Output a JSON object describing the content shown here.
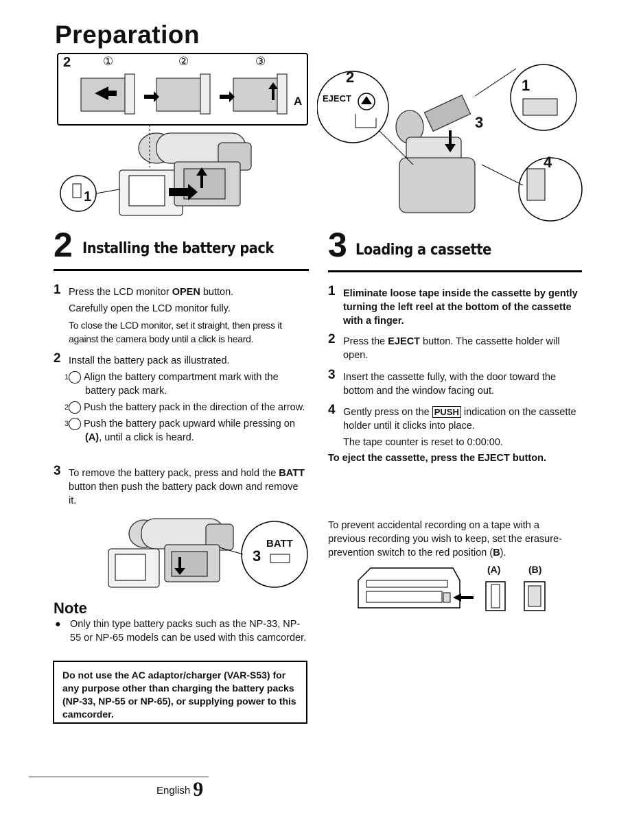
{
  "page_title": "Preparation",
  "fig_top_left": {
    "step_label": "2",
    "circles": [
      "①",
      "②",
      "③"
    ],
    "label_a": "A",
    "label_1": "1"
  },
  "fig_top_right": {
    "label_2": "2",
    "eject": "EJECT",
    "label_1": "1",
    "label_3": "3",
    "label_4": "4"
  },
  "section_battery": {
    "number": "2",
    "title": "Installing the battery pack",
    "steps": [
      {
        "num": "1",
        "line1_pre": "Press the LCD monitor ",
        "line1_bold": "OPEN",
        "line1_post": " button.",
        "line2": "Carefully open the LCD monitor fully.",
        "line3": "To close the LCD monitor, set it straight, then press it against the camera body until a click is heard."
      },
      {
        "num": "2",
        "line1": "Install the battery pack as illustrated.",
        "subs": [
          {
            "circle": "1",
            "text": "Align the battery compartment mark with the battery pack mark."
          },
          {
            "circle": "2",
            "text": "Push the battery pack in the direction of the arrow."
          },
          {
            "circle": "3",
            "text_pre": "Push the battery pack upward while pressing on ",
            "text_bold": "(A)",
            "text_post": ", until a click is heard."
          }
        ]
      },
      {
        "num": "3",
        "line1_pre": "To remove the battery pack, press and hold the ",
        "line1_bold": "BATT",
        "line1_post": " button then push the battery pack down and remove it."
      }
    ],
    "fig_batt_label": "BATT",
    "fig_batt_num": "3"
  },
  "note": {
    "title": "Note",
    "bullet": "Only thin type battery packs such as the NP-33, NP-55 or NP-65 models can be used with this camcorder.",
    "warning": "Do not use the AC adaptor/charger (VAR-S53) for any purpose other than charging the battery packs (NP-33, NP-55 or NP-65), or supplying power to this camcorder."
  },
  "section_cassette": {
    "number": "3",
    "title": "Loading a cassette",
    "steps": [
      {
        "num": "1",
        "text": "Eliminate loose tape inside the cassette by gently turning the left reel at the bottom of the cassette with a finger."
      },
      {
        "num": "2",
        "text_pre": "Press the ",
        "text_bold": "EJECT",
        "text_post": " button. The cassette holder will open."
      },
      {
        "num": "3",
        "text": "Insert the cassette fully, with the door toward the bottom and the window facing out."
      },
      {
        "num": "4",
        "text_pre": "Gently press on the ",
        "push": "PUSH",
        "text_post": " indication on the cassette holder until it clicks into place.",
        "line2": "The tape counter is reset to 0:00:00."
      }
    ],
    "eject_note": "To eject the cassette, press the EJECT button.",
    "prevent_pre": "To prevent accidental recording on a tape with a previous recording you wish to keep, set the erasure-prevention switch to the red position (",
    "prevent_bold": "B",
    "prevent_post": ").",
    "label_a": "(A)",
    "label_b": "(B)"
  },
  "footer": {
    "language": "English",
    "page": "9"
  }
}
